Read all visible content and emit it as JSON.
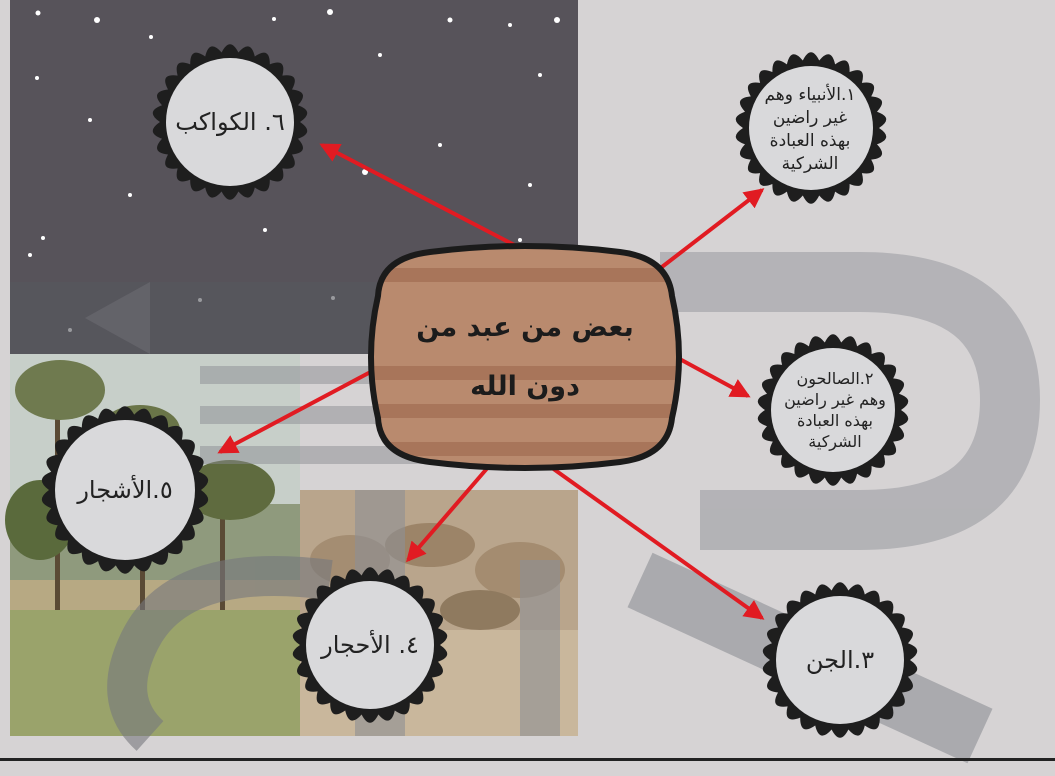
{
  "diagram": {
    "center": {
      "line1": "بعض من عبد من",
      "line2": "دون الله"
    },
    "nodes": {
      "n1": [
        "١.الأنبياء وهم",
        "غير راضين",
        "بهذه العبادة",
        "الشركية"
      ],
      "n2": [
        "٢.الصالحون",
        "وهم غير راضين",
        "بهذه العبادة",
        "الشركية"
      ],
      "n3": "٣.الجن",
      "n4": "٤. الأحجار",
      "n5": "٥.الأشجار",
      "n6": "٦. الكواكب"
    }
  },
  "colors": {
    "arrow": "#e11b22",
    "center_fill": "#b98a6e",
    "center_stripe": "#a8755a",
    "node_fill": "#d9d9db",
    "node_border": "#1e1e1e",
    "night_sky": "#57535a",
    "background_gray": "#d6d3d4",
    "watermark": "#85878c"
  },
  "icons": [
    "star-field",
    "palm-trees",
    "stone-wall",
    "watermark-logo"
  ]
}
